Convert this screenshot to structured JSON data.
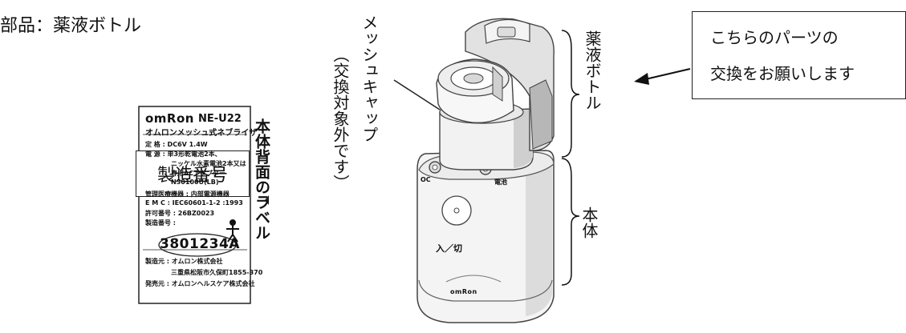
{
  "title": "部品：薬液ボトル",
  "serial_box_label": "製造番号",
  "request_box": {
    "line1": "こちらのパーツの",
    "line2": "交換をお願いします"
  },
  "labels": {
    "mesh_cap": "メッシュキャップ",
    "mesh_cap_note": "（交換対象外です）",
    "medicine_bottle": "薬液ボトル",
    "main_body": "本体",
    "side_label": "本体背面のラベル"
  },
  "plate": {
    "brand": "omRon",
    "model": "NE-U22",
    "product_name": "オムロンメッシュ式ネブライザ",
    "rows": [
      "定 格 : DC6V 1.4W",
      "電 源 : 単3形乾電池2本、",
      "ニッケル水素電池2本又は",
      "専用ACアダプター",
      "N30100U(LB)",
      "管理医療機器 : 内部電源機器",
      "E M C : IEC60601-1-2 :1993",
      "許可番号 : 26BZ0023",
      "製造番号 :"
    ],
    "serial": "3801234A",
    "footer_rows": [
      "製造元 : オムロン株式会社",
      "三重県松阪市久保町1855-370",
      "発売元 : オムロンヘルスケア株式会社"
    ]
  },
  "device": {
    "button_label": "入／切",
    "top_left_mark": "OC",
    "top_right_mark": "電池",
    "logo": "omRon"
  }
}
